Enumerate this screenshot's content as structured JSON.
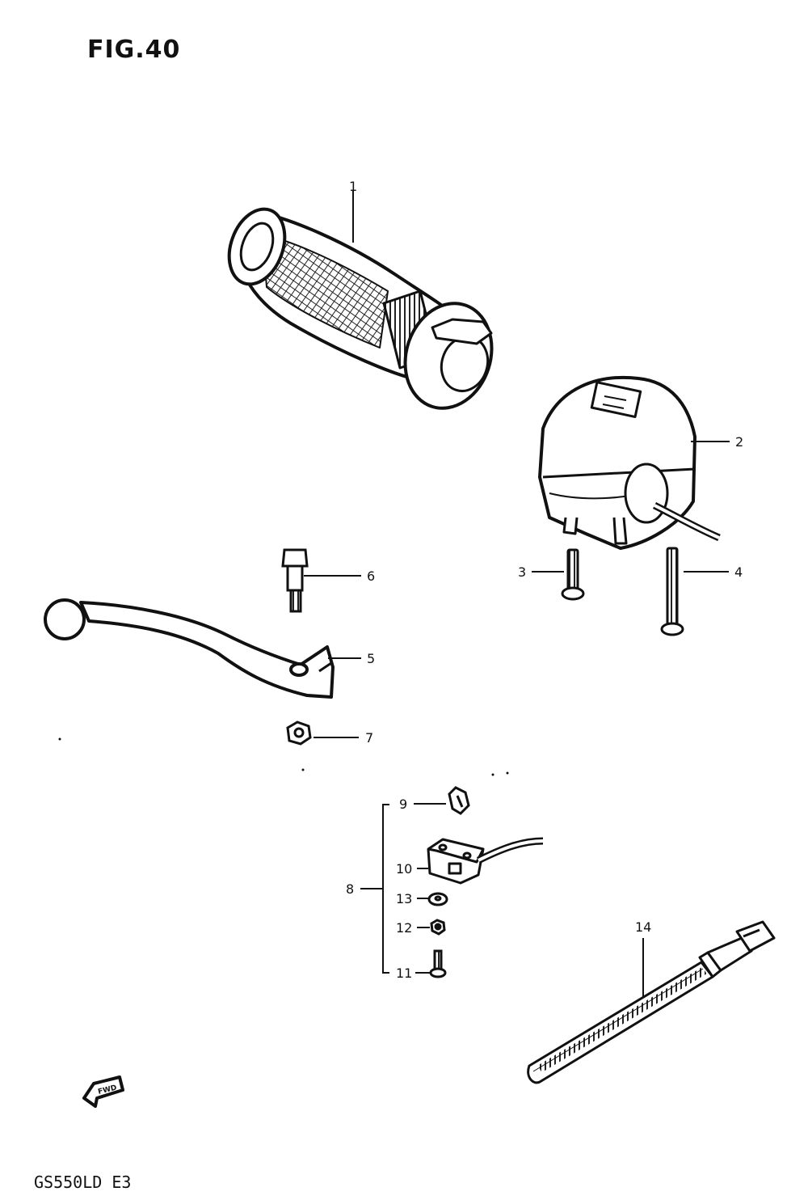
{
  "figure": {
    "title": "FIG.40",
    "model_code": "GS550LD E3",
    "fwd_label": "FWD"
  },
  "parts": [
    {
      "ref": "1",
      "name": "grip"
    },
    {
      "ref": "2",
      "name": "switch-housing"
    },
    {
      "ref": "3",
      "name": "screw"
    },
    {
      "ref": "4",
      "name": "screw"
    },
    {
      "ref": "5",
      "name": "lever"
    },
    {
      "ref": "6",
      "name": "bolt"
    },
    {
      "ref": "7",
      "name": "nut"
    },
    {
      "ref": "8",
      "name": "switch-assembly"
    },
    {
      "ref": "9",
      "name": "clip"
    },
    {
      "ref": "10",
      "name": "switch"
    },
    {
      "ref": "11",
      "name": "screw"
    },
    {
      "ref": "12",
      "name": "nut"
    },
    {
      "ref": "13",
      "name": "washer"
    },
    {
      "ref": "14",
      "name": "cable-tie"
    }
  ]
}
